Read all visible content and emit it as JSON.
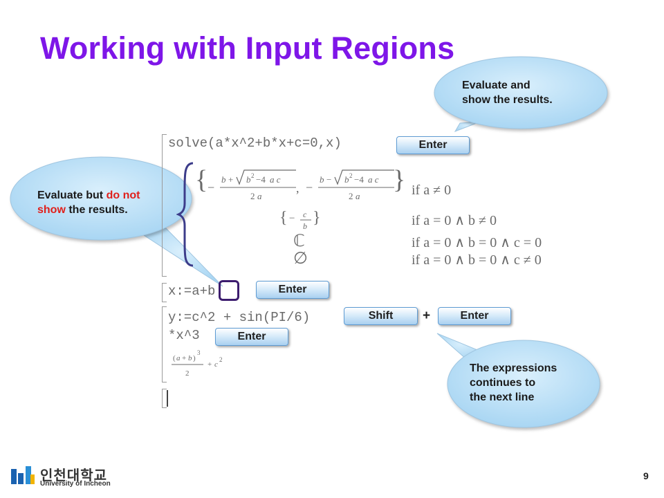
{
  "slide": {
    "title": "Working with Input Regions",
    "page_number": "9"
  },
  "regions": {
    "solve_input": "solve(a*x^2+b*x+c=0,x)",
    "assign_input": "x:=a+b:",
    "y_input_line1": "y:=c^2 + sin(PI/6)",
    "y_input_line2": "*x^3"
  },
  "solve_output": {
    "case1_condition": "if  a ≠ 0",
    "case2_condition": "if  a = 0 ∧ b ≠ 0",
    "case3_condition": "if  a = 0 ∧ b = 0 ∧ c = 0",
    "case4_condition": "if  a = 0 ∧ b = 0 ∧ c ≠ 0",
    "case3_value": "ℂ",
    "case4_value": "∅"
  },
  "keys": {
    "enter_label": "Enter",
    "shift_label": "Shift",
    "plus": "+"
  },
  "bubbles": {
    "evaluate_show_line1": "Evaluate and",
    "evaluate_show_line2": "show the results.",
    "evaluate_hide_part1": "Evaluate but ",
    "evaluate_hide_red": "do not",
    "evaluate_hide_red2": "show",
    "evaluate_hide_part2": " the results.",
    "continue_line1": "The expressions",
    "continue_line2": "continues to",
    "continue_line3": "the next line"
  },
  "logo": {
    "korean_name": "인천대학교",
    "english_name": "University of Incheon"
  },
  "colors": {
    "title": "#7e16e8",
    "bubble_fill": "#bfe1f7",
    "key_border": "#5d9bd3",
    "highlight_red": "#e0201b",
    "cursor_box": "#3c1c6e"
  }
}
